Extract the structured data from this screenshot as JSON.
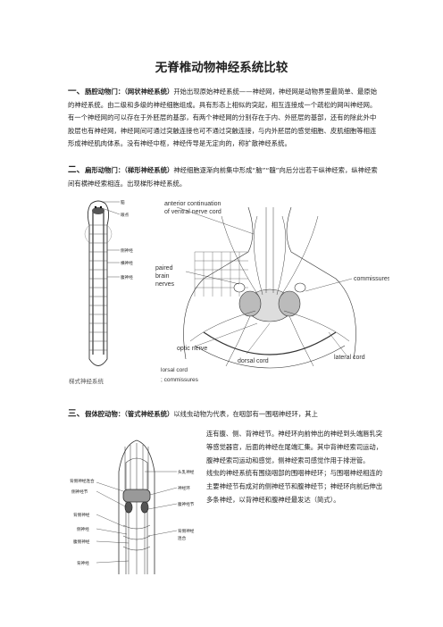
{
  "title": "无脊椎动物神经系统比较",
  "section1": {
    "head": "一、",
    "subject": "肠腔动物门：（网状神经系统）",
    "body": "开始出现原始神经系统——神经网，神经网是动物界里最简单、最原始的神经系统。由二级和多级的神经细胞组成。具有形态上相似的突起，相互连接成一个疏松的网叫神经网。有一个神经网的可以存在于外胚层的基部，有两个神经网的分别存在于内、外胚层的基部，还有的除此外中胶层也有神经网，神经网间可通过突触连接也可不通过突触连接，与内外胚层的感觉细胞、皮肌细胞等相连形成神经肌肉体系。没有神经中枢，神经传导是无定向的，称扩散神经系统。"
  },
  "section2": {
    "head": "二、",
    "subject": "扁形动物门：（梯形神经系统）",
    "body": "神经细胞逐渐向前集中形成“脑”“髓”向后分出若干纵神经索，纵神经索间有横神经索相连。出现梯形神经系统。"
  },
  "figure1": {
    "labels": {
      "brain": "脑",
      "eyespot": "眼点",
      "lateral_nerve": "侧神经",
      "transverse_nerve": "横神经",
      "ventral_nerve": "腹神经"
    },
    "caption": "梯式神经系统"
  },
  "figure2": {
    "labels": {
      "anterior": "anterior continuation",
      "anterior2": "of ventral nerve cord",
      "paired": "paired",
      "brain": "brain",
      "nerves": "nerves",
      "commissures": "commissures",
      "optic": "optic nerve",
      "dorsal": "dorsal cord",
      "lateral": "lateral cord"
    },
    "caption_left": "lorsal cord",
    "caption_right": "; commissures"
  },
  "section3": {
    "head": "三、",
    "subject": "假体腔动物：（管式神经系统）",
    "lead": "以线虫动物为代表，在咽部有一围咽神经环，其上",
    "body1": "连有腹、侧、背神经节。神经环向前伸出的神经到头端唇乳突等感觉器官，后面的神经在尾端汇集。其中背神经索司运动，腹神经索司运动和感觉，侧神经索司感觉作用于排泄管。",
    "body2": "线虫的神经系统有围绕咽部的围咽神经环；与围咽神经相连的主要神经节有成对的侧神经节和腹神经节；神经环向前后伸出多条神经，以背神经和腹神经最发达（简式）。"
  },
  "figure3": {
    "labels": {
      "dorsal_commissure": "背侧神经连合",
      "lateral_ganglion": "侧神经节",
      "head_sense": "头乳神经",
      "nerve_ring": "神经环",
      "ventral_ganglion": "腹神经节",
      "dorsal_nerve": "背侧神经",
      "lateral_nerve": "侧神经",
      "ventral_nerve": "腹侧神经",
      "dorsal_n": "背神经",
      "dorsal_ventral": "背侧神经",
      "commissure": "连合"
    }
  },
  "colors": {
    "text": "#222222",
    "line": "#333333",
    "caption": "#555555"
  }
}
